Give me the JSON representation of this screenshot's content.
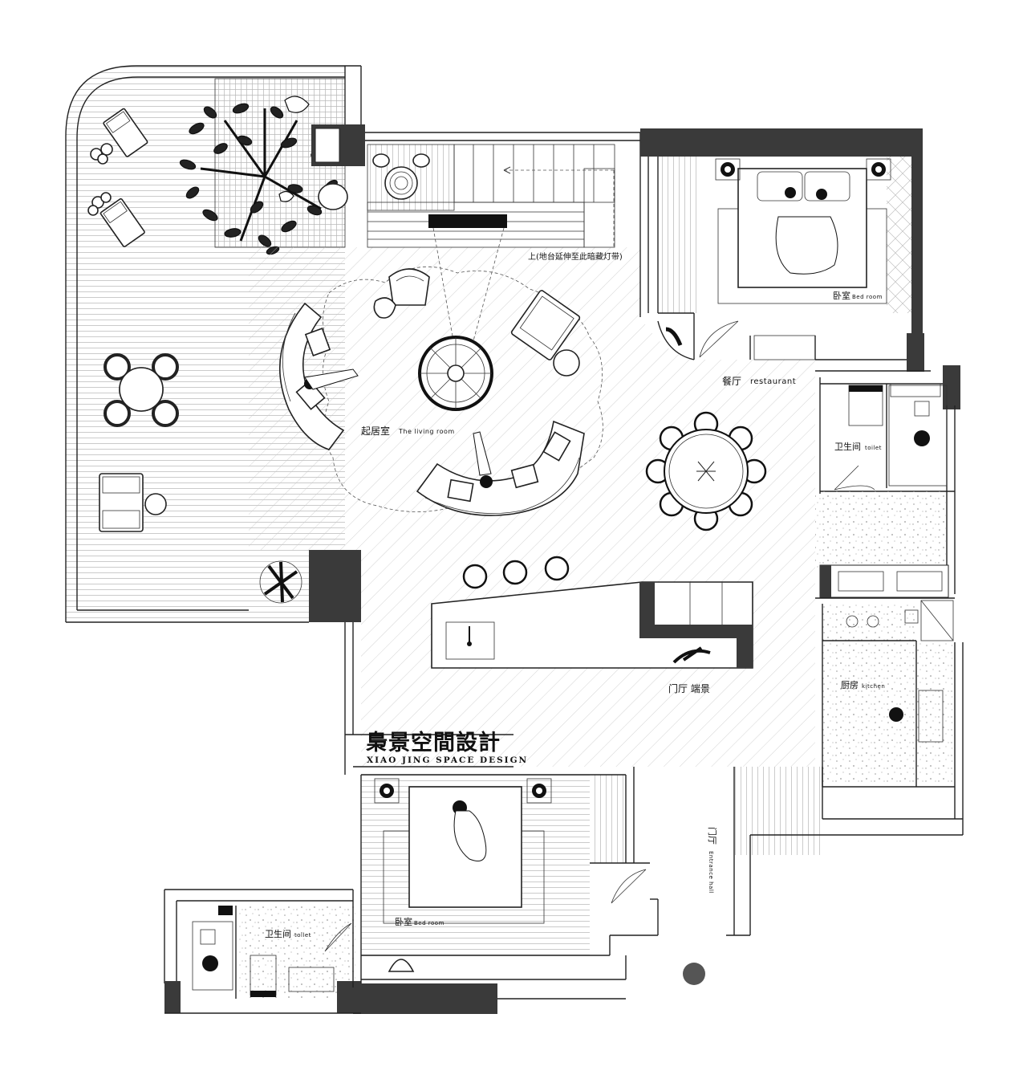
{
  "brand": {
    "name_cn": "梟景空間設計",
    "name_en": "XIAO JING SPACE DESIGN"
  },
  "rooms": {
    "living_cn": "起居室",
    "living_en": "The living room",
    "restaurant_cn": "餐厅",
    "restaurant_en": "restaurant",
    "bedroom_top_cn": "卧室",
    "bedroom_top_en": "Bed room",
    "toilet_right_cn": "卫生间",
    "toilet_right_en": "toilet",
    "kitchen_cn": "厨房",
    "kitchen_en": "kitchen",
    "foyer_feature_cn": "门厅 端景",
    "bedroom_bottom_cn": "卧室",
    "bedroom_bottom_en": "Bed room",
    "toilet_bottom_cn": "卫生间",
    "toilet_bottom_en": "toilet",
    "entrance_cn": "门厅",
    "entrance_en": "Entrance hall"
  },
  "annotations": {
    "stair_note": "上(地台延伸至此暗藏灯带)"
  },
  "colors": {
    "wall": "#3a3a3a",
    "line": "#222222",
    "floor_texture": "#8a8a8a"
  }
}
